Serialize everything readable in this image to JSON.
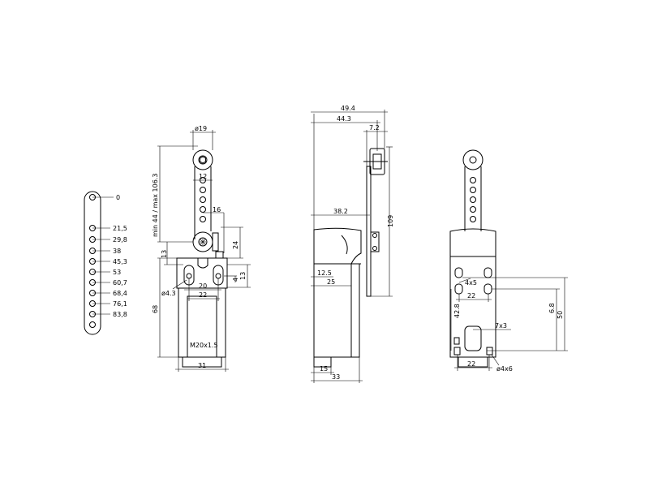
{
  "scale_view": {
    "ticks": [
      "0",
      "21,5",
      "29,8",
      "38",
      "45,3",
      "53",
      "60,7",
      "68,4",
      "76,1",
      "83,8"
    ]
  },
  "front_view": {
    "dims": {
      "roller_dia": "ø19",
      "lever_step": "12",
      "pivot_offset": "16",
      "lever_length": "min 44 / max 106.3",
      "pivot_height": "24",
      "plunger_left": "13",
      "plunger_right": "13",
      "plunger_small": "4",
      "inner_width": "20",
      "mount_spacing": "22",
      "body_height": "68",
      "hole_dia": "ø4.3",
      "thread": "M20x1.5",
      "body_width": "31"
    }
  },
  "side_view": {
    "dims": {
      "total_width": "49.4",
      "lever_reach": "44.3",
      "roller_width": "7.2",
      "lever_offset": "38.2",
      "total_height": "109",
      "step": "12.5",
      "base_to_step": "25",
      "base_small": "15",
      "base_width": "33"
    }
  },
  "rear_view": {
    "dims": {
      "slot_callout": "4x5",
      "slot_spacing": "22",
      "mount_height": "42.8",
      "mount_height_b": "6.8",
      "overall_height": "50",
      "slot_size": "7x3",
      "mount_spacing": "22",
      "hole_callout": "ø4x6"
    }
  }
}
